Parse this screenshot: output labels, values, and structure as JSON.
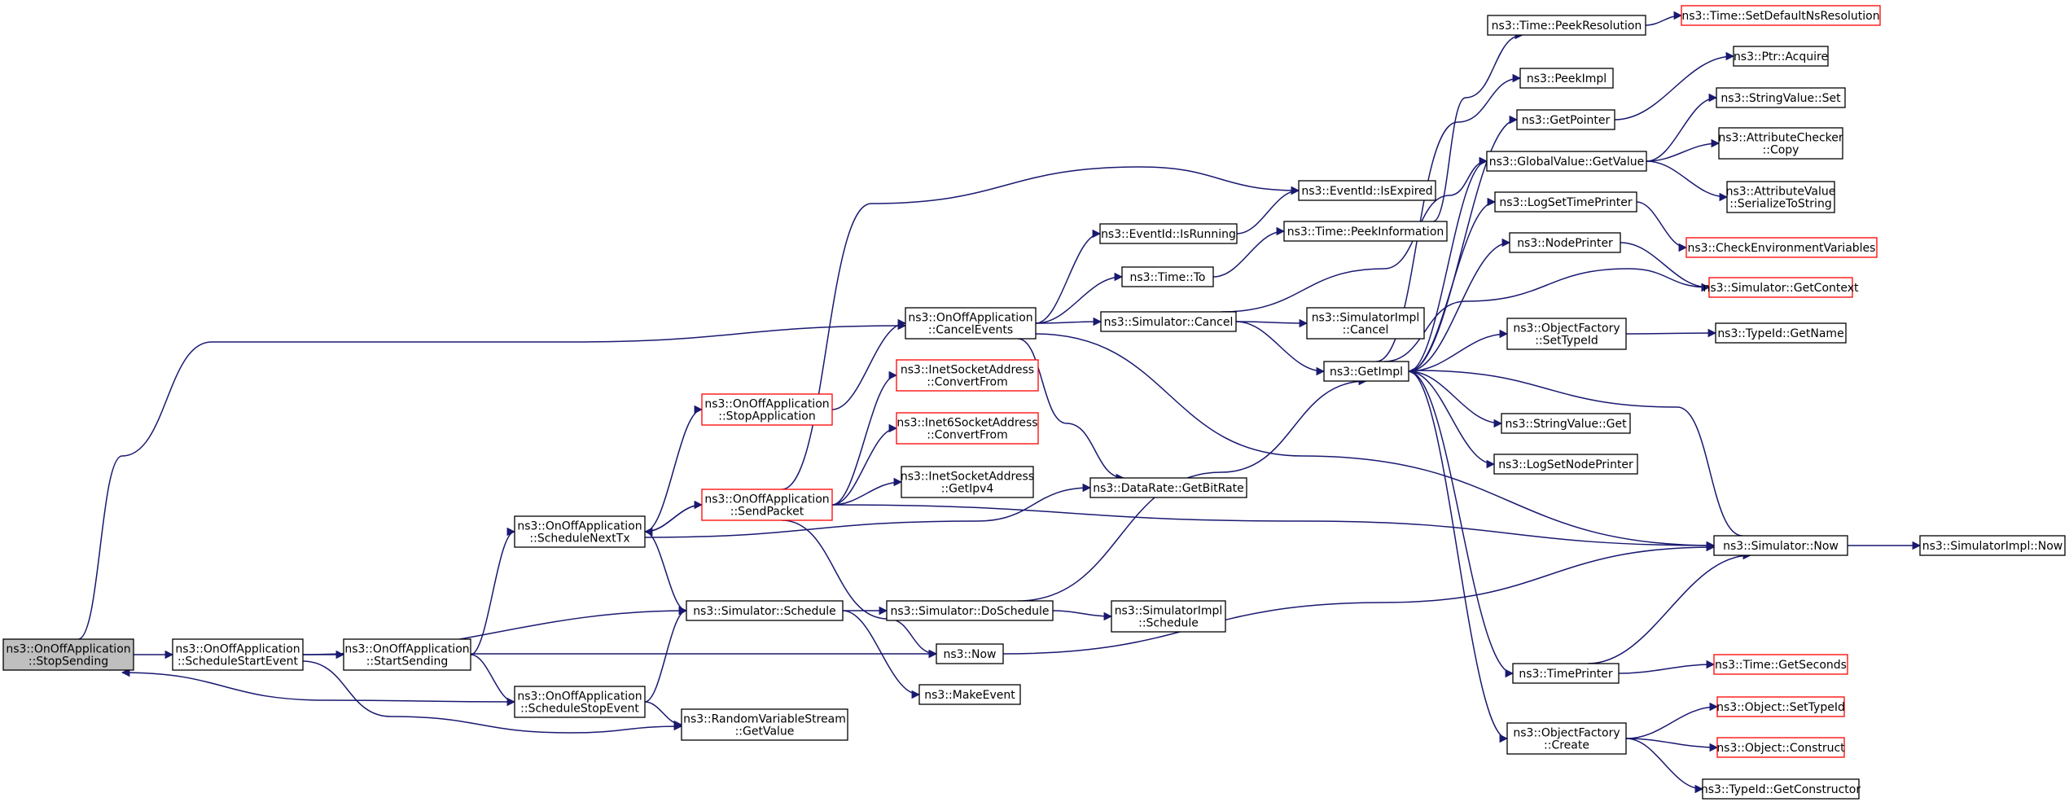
{
  "colors": {
    "edge": "#191970",
    "node_border": "#000000",
    "truncated_border": "#ff0000",
    "root_fill": "#bfbfbf"
  },
  "nodes": [
    {
      "id": "stopSending",
      "lines": [
        "ns3::OnOffApplication",
        "::StopSending"
      ],
      "style": "root"
    },
    {
      "id": "scheduleStartEvent",
      "lines": [
        "ns3::OnOffApplication",
        "::ScheduleStartEvent"
      ],
      "style": "normal"
    },
    {
      "id": "startSending",
      "lines": [
        "ns3::OnOffApplication",
        "::StartSending"
      ],
      "style": "normal"
    },
    {
      "id": "scheduleStopEvent",
      "lines": [
        "ns3::OnOffApplication",
        "::ScheduleStopEvent"
      ],
      "style": "normal"
    },
    {
      "id": "scheduleNextTx",
      "lines": [
        "ns3::OnOffApplication",
        "::ScheduleNextTx"
      ],
      "style": "normal"
    },
    {
      "id": "stopApplication",
      "lines": [
        "ns3::OnOffApplication",
        "::StopApplication"
      ],
      "style": "red"
    },
    {
      "id": "sendPacket",
      "lines": [
        "ns3::OnOffApplication",
        "::SendPacket"
      ],
      "style": "red"
    },
    {
      "id": "cancelEvents",
      "lines": [
        "ns3::OnOffApplication",
        "::CancelEvents"
      ],
      "style": "normal"
    },
    {
      "id": "simSchedule",
      "lines": [
        "ns3::Simulator::Schedule"
      ],
      "style": "normal"
    },
    {
      "id": "rvsGetValue",
      "lines": [
        "ns3::RandomVariableStream",
        "::GetValue"
      ],
      "style": "normal"
    },
    {
      "id": "inetConvert",
      "lines": [
        "ns3::InetSocketAddress",
        "::ConvertFrom"
      ],
      "style": "red"
    },
    {
      "id": "inet6Convert",
      "lines": [
        "ns3::Inet6SocketAddress",
        "::ConvertFrom"
      ],
      "style": "red"
    },
    {
      "id": "inetGetIpv4",
      "lines": [
        "ns3::InetSocketAddress",
        "::GetIpv4"
      ],
      "style": "normal"
    },
    {
      "id": "simDoSchedule",
      "lines": [
        "ns3::Simulator::DoSchedule"
      ],
      "style": "normal"
    },
    {
      "id": "now",
      "lines": [
        "ns3::Now"
      ],
      "style": "normal"
    },
    {
      "id": "makeEvent",
      "lines": [
        "ns3::MakeEvent"
      ],
      "style": "normal"
    },
    {
      "id": "eventIsRunning",
      "lines": [
        "ns3::EventId::IsRunning"
      ],
      "style": "normal"
    },
    {
      "id": "timeTo",
      "lines": [
        "ns3::Time::To"
      ],
      "style": "normal"
    },
    {
      "id": "simCancel",
      "lines": [
        "ns3::Simulator::Cancel"
      ],
      "style": "normal"
    },
    {
      "id": "dataRateGetBitRate",
      "lines": [
        "ns3::DataRate::GetBitRate"
      ],
      "style": "normal"
    },
    {
      "id": "simImplSchedule",
      "lines": [
        "ns3::SimulatorImpl",
        "::Schedule"
      ],
      "style": "normal"
    },
    {
      "id": "eventIsExpired",
      "lines": [
        "ns3::EventId::IsExpired"
      ],
      "style": "normal"
    },
    {
      "id": "timePeekInfo",
      "lines": [
        "ns3::Time::PeekInformation"
      ],
      "style": "normal"
    },
    {
      "id": "simImplCancel",
      "lines": [
        "ns3::SimulatorImpl",
        "::Cancel"
      ],
      "style": "normal"
    },
    {
      "id": "getImpl",
      "lines": [
        "ns3::GetImpl"
      ],
      "style": "normal"
    },
    {
      "id": "timePeekRes",
      "lines": [
        "ns3::Time::PeekResolution"
      ],
      "style": "normal"
    },
    {
      "id": "peekImpl",
      "lines": [
        "ns3::PeekImpl"
      ],
      "style": "normal"
    },
    {
      "id": "getPointer",
      "lines": [
        "ns3::GetPointer"
      ],
      "style": "normal"
    },
    {
      "id": "gvGetValue",
      "lines": [
        "ns3::GlobalValue::GetValue"
      ],
      "style": "normal"
    },
    {
      "id": "logSetTimePrinter",
      "lines": [
        "ns3::LogSetTimePrinter"
      ],
      "style": "normal"
    },
    {
      "id": "nodePrinter",
      "lines": [
        "ns3::NodePrinter"
      ],
      "style": "normal"
    },
    {
      "id": "ofSetTypeId",
      "lines": [
        "ns3::ObjectFactory",
        "::SetTypeId"
      ],
      "style": "normal"
    },
    {
      "id": "stringValueGet",
      "lines": [
        "ns3::StringValue::Get"
      ],
      "style": "normal"
    },
    {
      "id": "logSetNodePrinter",
      "lines": [
        "ns3::LogSetNodePrinter"
      ],
      "style": "normal"
    },
    {
      "id": "timePrinter",
      "lines": [
        "ns3::TimePrinter"
      ],
      "style": "normal"
    },
    {
      "id": "ofCreate",
      "lines": [
        "ns3::ObjectFactory",
        "::Create"
      ],
      "style": "normal"
    },
    {
      "id": "timeSetDefaultNsRes",
      "lines": [
        "ns3::Time::SetDefaultNsResolution"
      ],
      "style": "red"
    },
    {
      "id": "ptrAcquire",
      "lines": [
        "ns3::Ptr::Acquire"
      ],
      "style": "normal"
    },
    {
      "id": "stringValueSet",
      "lines": [
        "ns3::StringValue::Set"
      ],
      "style": "normal"
    },
    {
      "id": "attrCheckerCopy",
      "lines": [
        "ns3::AttributeChecker",
        "::Copy"
      ],
      "style": "normal"
    },
    {
      "id": "attrValueSerialize",
      "lines": [
        "ns3::AttributeValue",
        "::SerializeToString"
      ],
      "style": "normal"
    },
    {
      "id": "checkEnvVars",
      "lines": [
        "ns3::CheckEnvironmentVariables"
      ],
      "style": "red"
    },
    {
      "id": "simGetContext",
      "lines": [
        "ns3::Simulator::GetContext"
      ],
      "style": "red"
    },
    {
      "id": "typeIdGetName",
      "lines": [
        "ns3::TypeId::GetName"
      ],
      "style": "normal"
    },
    {
      "id": "simNow",
      "lines": [
        "ns3::Simulator::Now"
      ],
      "style": "normal"
    },
    {
      "id": "simImplNow",
      "lines": [
        "ns3::SimulatorImpl::Now"
      ],
      "style": "normal"
    },
    {
      "id": "timeGetSeconds",
      "lines": [
        "ns3::Time::GetSeconds"
      ],
      "style": "red"
    },
    {
      "id": "objectSetTypeId",
      "lines": [
        "ns3::Object::SetTypeId"
      ],
      "style": "red"
    },
    {
      "id": "objectConstruct",
      "lines": [
        "ns3::Object::Construct"
      ],
      "style": "red"
    },
    {
      "id": "typeIdGetConstructor",
      "lines": [
        "ns3::TypeId::GetConstructor"
      ],
      "style": "normal"
    }
  ],
  "edges": [
    [
      "stopSending",
      "scheduleStartEvent"
    ],
    [
      "stopSending",
      "cancelEvents"
    ],
    [
      "scheduleStartEvent",
      "startSending"
    ],
    [
      "scheduleStartEvent",
      "simSchedule"
    ],
    [
      "scheduleStartEvent",
      "rvsGetValue"
    ],
    [
      "startSending",
      "scheduleNextTx"
    ],
    [
      "startSending",
      "scheduleStopEvent"
    ],
    [
      "startSending",
      "now"
    ],
    [
      "scheduleStopEvent",
      "stopSending"
    ],
    [
      "scheduleStopEvent",
      "simSchedule"
    ],
    [
      "scheduleStopEvent",
      "rvsGetValue"
    ],
    [
      "scheduleNextTx",
      "stopApplication"
    ],
    [
      "scheduleNextTx",
      "sendPacket"
    ],
    [
      "scheduleNextTx",
      "simSchedule"
    ],
    [
      "scheduleNextTx",
      "dataRateGetBitRate"
    ],
    [
      "stopApplication",
      "cancelEvents"
    ],
    [
      "sendPacket",
      "scheduleNextTx"
    ],
    [
      "sendPacket",
      "inetConvert"
    ],
    [
      "sendPacket",
      "inet6Convert"
    ],
    [
      "sendPacket",
      "inetGetIpv4"
    ],
    [
      "sendPacket",
      "eventIsExpired"
    ],
    [
      "sendPacket",
      "now"
    ],
    [
      "sendPacket",
      "simNow"
    ],
    [
      "cancelEvents",
      "eventIsRunning"
    ],
    [
      "cancelEvents",
      "timeTo"
    ],
    [
      "cancelEvents",
      "simCancel"
    ],
    [
      "cancelEvents",
      "dataRateGetBitRate"
    ],
    [
      "cancelEvents",
      "simNow"
    ],
    [
      "simSchedule",
      "simDoSchedule"
    ],
    [
      "simSchedule",
      "makeEvent"
    ],
    [
      "simDoSchedule",
      "simImplSchedule"
    ],
    [
      "simDoSchedule",
      "getImpl"
    ],
    [
      "now",
      "simNow"
    ],
    [
      "eventIsRunning",
      "eventIsExpired"
    ],
    [
      "timeTo",
      "timePeekInfo"
    ],
    [
      "timePeekInfo",
      "timePeekRes"
    ],
    [
      "simCancel",
      "simImplCancel"
    ],
    [
      "simCancel",
      "getImpl"
    ],
    [
      "simCancel",
      "gvGetValue"
    ],
    [
      "getImpl",
      "peekImpl"
    ],
    [
      "getImpl",
      "getPointer"
    ],
    [
      "getImpl",
      "gvGetValue"
    ],
    [
      "getImpl",
      "logSetTimePrinter"
    ],
    [
      "getImpl",
      "nodePrinter"
    ],
    [
      "getImpl",
      "ofSetTypeId"
    ],
    [
      "getImpl",
      "stringValueGet"
    ],
    [
      "getImpl",
      "logSetNodePrinter"
    ],
    [
      "getImpl",
      "timePrinter"
    ],
    [
      "getImpl",
      "ofCreate"
    ],
    [
      "getImpl",
      "simGetContext"
    ],
    [
      "timePeekRes",
      "timeSetDefaultNsRes"
    ],
    [
      "getPointer",
      "ptrAcquire"
    ],
    [
      "gvGetValue",
      "stringValueSet"
    ],
    [
      "gvGetValue",
      "attrCheckerCopy"
    ],
    [
      "gvGetValue",
      "attrValueSerialize"
    ],
    [
      "logSetTimePrinter",
      "checkEnvVars"
    ],
    [
      "nodePrinter",
      "simGetContext"
    ],
    [
      "ofSetTypeId",
      "typeIdGetName"
    ],
    [
      "simNow",
      "simImplNow"
    ],
    [
      "simNow",
      "getImpl"
    ],
    [
      "timePrinter",
      "simNow"
    ],
    [
      "timePrinter",
      "timeGetSeconds"
    ],
    [
      "ofCreate",
      "objectSetTypeId"
    ],
    [
      "ofCreate",
      "objectConstruct"
    ],
    [
      "ofCreate",
      "typeIdGetConstructor"
    ]
  ]
}
